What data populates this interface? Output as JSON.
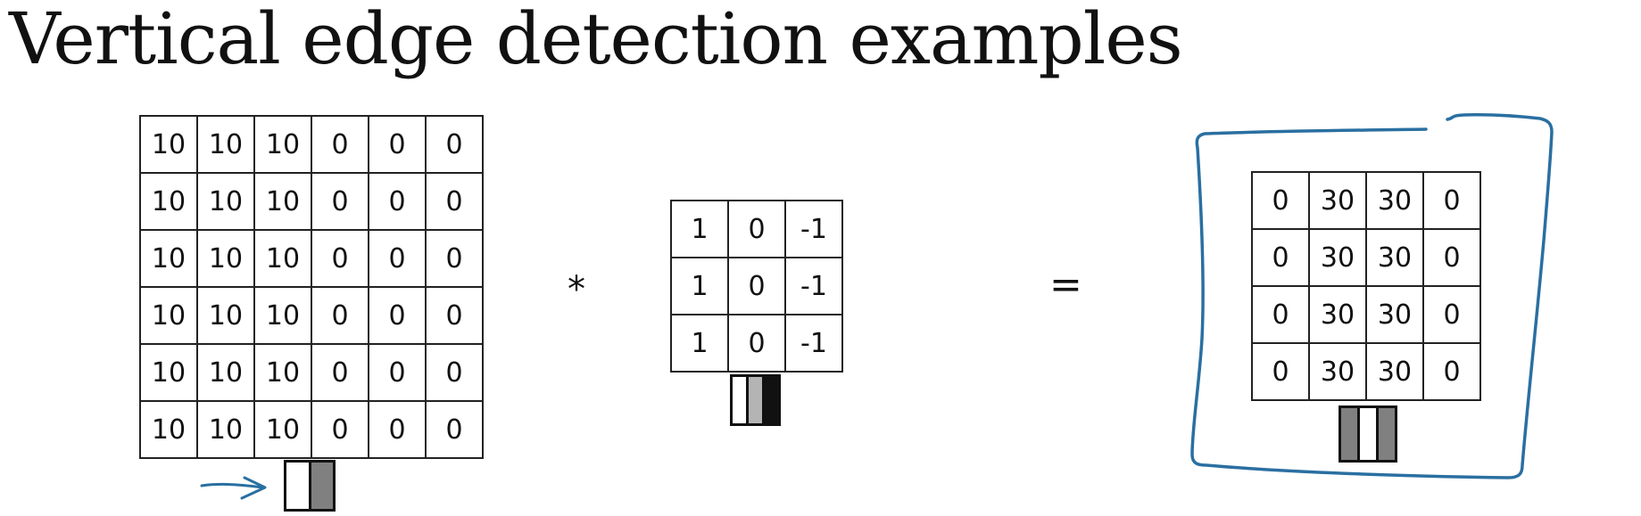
{
  "slide": {
    "title": "Vertical edge detection examples"
  },
  "input_matrix": {
    "rows": [
      [
        "10",
        "10",
        "10",
        "0",
        "0",
        "0"
      ],
      [
        "10",
        "10",
        "10",
        "0",
        "0",
        "0"
      ],
      [
        "10",
        "10",
        "10",
        "0",
        "0",
        "0"
      ],
      [
        "10",
        "10",
        "10",
        "0",
        "0",
        "0"
      ],
      [
        "10",
        "10",
        "10",
        "0",
        "0",
        "0"
      ],
      [
        "10",
        "10",
        "10",
        "0",
        "0",
        "0"
      ]
    ]
  },
  "operators": {
    "convolution": "*",
    "equals": "="
  },
  "kernel_matrix": {
    "rows": [
      [
        "1",
        "0",
        "-1"
      ],
      [
        "1",
        "0",
        "-1"
      ],
      [
        "1",
        "0",
        "-1"
      ]
    ]
  },
  "output_matrix": {
    "rows": [
      [
        "0",
        "30",
        "30",
        "0"
      ],
      [
        "0",
        "30",
        "30",
        "0"
      ],
      [
        "0",
        "30",
        "30",
        "0"
      ],
      [
        "0",
        "30",
        "30",
        "0"
      ]
    ]
  },
  "edge_icons": {
    "input": [
      "#ffffff",
      "#808080"
    ],
    "kernel": [
      "#ffffff",
      "#b4b4b4",
      "#111111"
    ],
    "output": [
      "#808080",
      "#ffffff",
      "#808080"
    ]
  },
  "colors": {
    "annotation": "#2a6fa1"
  }
}
